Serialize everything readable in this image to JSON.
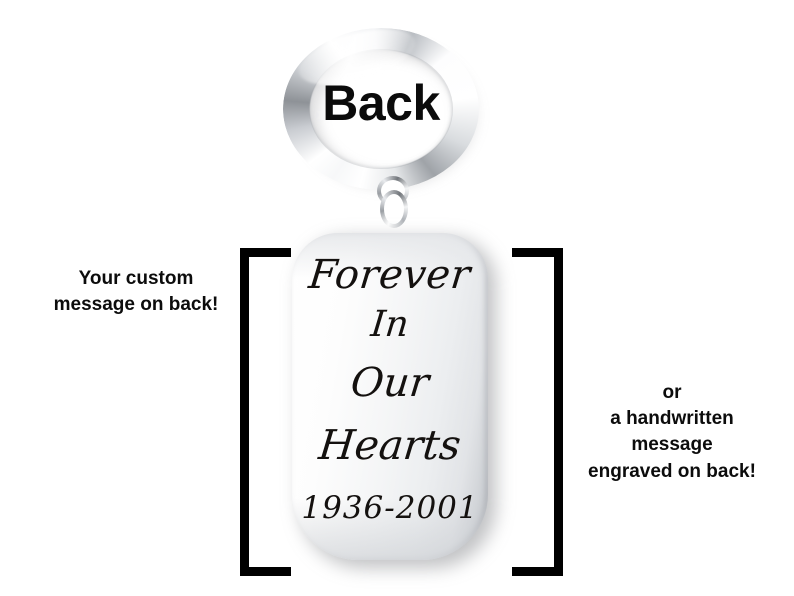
{
  "background_color": "#ffffff",
  "product": {
    "type": "engraved-dog-tag-keychain",
    "view_label": "Back",
    "keyring": {
      "metal_color": "#cfd2d6",
      "highlight_color": "#ffffff",
      "shadow_color": "#8e9297"
    },
    "tag": {
      "face_color": "#fdfdfd",
      "edge_shadow_color": "#b6babf",
      "engraving_color": "#14110f",
      "engraved_lines": [
        "Forever",
        "In",
        "Our",
        "Hearts"
      ],
      "engraved_dates": "1936-2001"
    }
  },
  "annotations": {
    "bracket_color": "#000000",
    "left_caption": {
      "lines": [
        "Your custom",
        "message on back!"
      ]
    },
    "right_caption": {
      "lines": [
        "or",
        "a handwritten",
        "message",
        "engraved on back!"
      ]
    }
  }
}
